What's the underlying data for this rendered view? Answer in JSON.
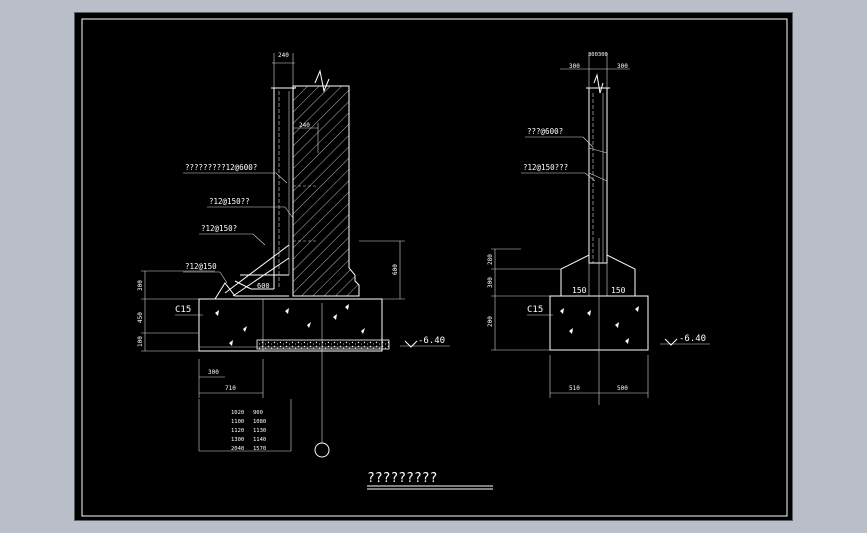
{
  "colors": {
    "background": "#b9bec9",
    "sheet": "#000000",
    "line": "#ffffff"
  },
  "left": {
    "dim_top": "240",
    "dim_inner": "240",
    "label_a": "?????????12@600?",
    "label_b": "?12@150??",
    "label_c": "?12@150?",
    "label_d": "?12@150",
    "dim_600": "600",
    "dim_right": "600",
    "dims_left": [
      "300",
      "450",
      "100"
    ],
    "concrete": "C15",
    "level": "-6.40",
    "dim_300": "300",
    "dim_710": "710",
    "table_rows": [
      [
        "1020",
        "900"
      ],
      [
        "1100",
        "1080"
      ],
      [
        "1120",
        "1130"
      ],
      [
        "1300",
        "1140"
      ],
      [
        "2040",
        "1570"
      ]
    ]
  },
  "right": {
    "dim_top_center": "300300",
    "dim_top_left": "300",
    "dim_top_right": "300",
    "label_a": "???@600?",
    "label_b": "?12@150???",
    "dims_left": [
      "280",
      "300",
      "200"
    ],
    "dim_150_l": "150",
    "dim_150_r": "150",
    "concrete": "C15",
    "level": "-6.40",
    "dim_bot_l": "510",
    "dim_bot_r": "500"
  },
  "title": "?????????"
}
